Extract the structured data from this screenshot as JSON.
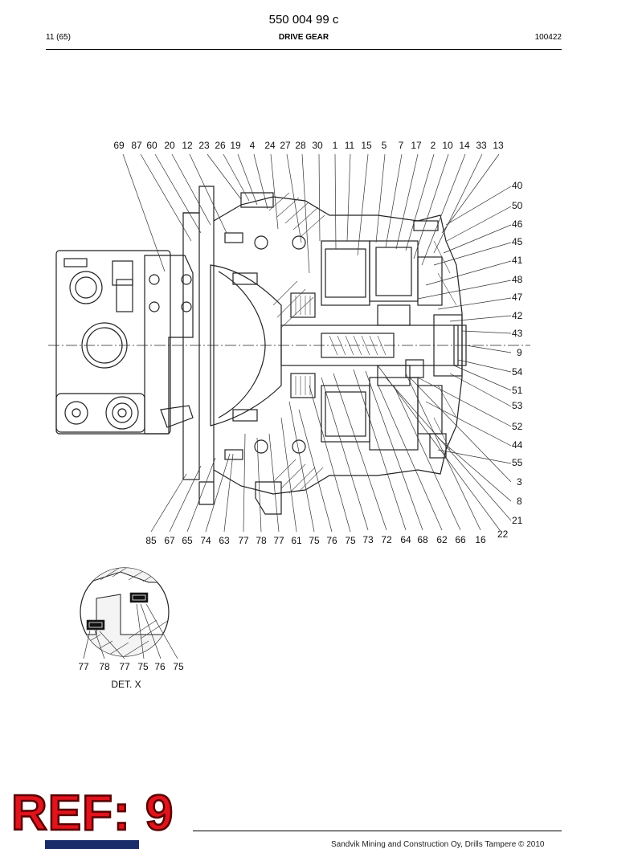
{
  "header": {
    "doc_number": "550 004 99 c",
    "page": "11 (65)",
    "title": "DRIVE GEAR",
    "date": "100422"
  },
  "callouts_top": [
    "69",
    "87",
    "60",
    "20",
    "12",
    "23",
    "26",
    "19",
    "4",
    "24",
    "27",
    "28",
    "30",
    "1",
    "11",
    "15",
    "5",
    "7",
    "17",
    "2",
    "10",
    "14",
    "33",
    "13"
  ],
  "callouts_right": [
    "40",
    "50",
    "46",
    "45",
    "41",
    "48",
    "47",
    "42",
    "43",
    "9",
    "54",
    "51",
    "53",
    "52",
    "44",
    "55",
    "3",
    "8",
    "21",
    "22"
  ],
  "callouts_bottom": [
    "85",
    "67",
    "65",
    "74",
    "63",
    "77",
    "78",
    "77",
    "61",
    "75",
    "76",
    "75",
    "73",
    "72",
    "64",
    "68",
    "62",
    "66",
    "16"
  ],
  "detail": {
    "callouts": [
      "77",
      "78",
      "77",
      "75",
      "76",
      "75"
    ],
    "label": "DET. X"
  },
  "stamp": {
    "text": "REF: 9",
    "color": "#e0141c"
  },
  "footer": {
    "text": "Sandvik Mining and Construction Oy, Drills Tampere © 2010"
  }
}
